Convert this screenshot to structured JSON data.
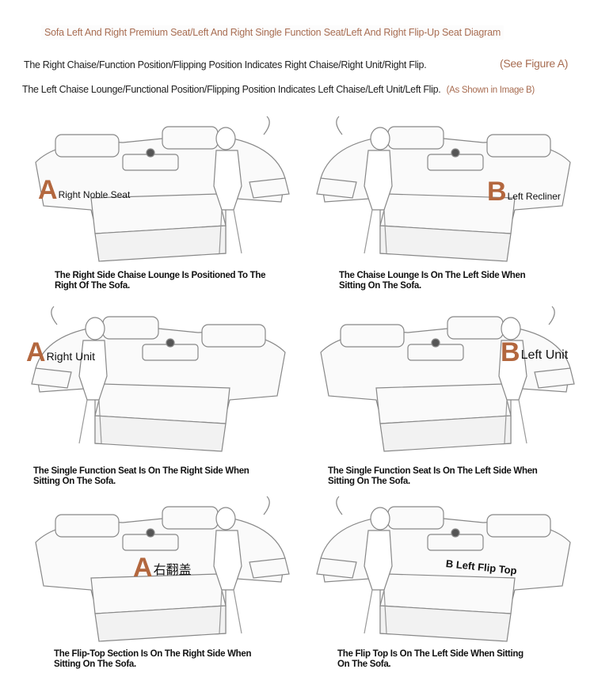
{
  "title": "Sofa Left And Right Premium Seat/Left And Right Single Function Seat/Left And Right Flip-Up Seat Diagram",
  "intro": [
    {
      "text": "The Right Chaise/Function Position/Flipping Position Indicates Right Chaise/Right Unit/Right Flip.",
      "note": "(See Figure A)"
    },
    {
      "text": "The Left Chaise Lounge/Functional Position/Flipping Position Indicates Left Chaise/Left Unit/Left Flip.",
      "note": "(As Shown in Image B)"
    }
  ],
  "panels": [
    {
      "letter": "A",
      "label": "Right Noble Seat",
      "caption": "The Right Side Chaise Lounge Is Positioned To The Right Of The Sofa."
    },
    {
      "letter": "B",
      "label": "Left Recliner",
      "caption": "The Chaise Lounge Is On The Left Side When Sitting On The Sofa."
    },
    {
      "letter": "A",
      "label": "Right Unit",
      "caption": "The Single Function Seat Is On The Right Side When Sitting On The Sofa."
    },
    {
      "letter": "B",
      "label": "Left Unit",
      "caption": "The Single Function Seat Is On The Left Side When Sitting On The Sofa."
    },
    {
      "letter": "A",
      "label": "右翻盖",
      "caption": "The Flip-Top Section Is On The Right Side When Sitting On The Sofa."
    },
    {
      "letter": "B",
      "label": "Left Flip Top",
      "caption": "The Flip Top Is On The Left Side When Sitting On The Sofa."
    }
  ],
  "colors": {
    "accent": "#b3673e",
    "title": "#a86d52"
  }
}
